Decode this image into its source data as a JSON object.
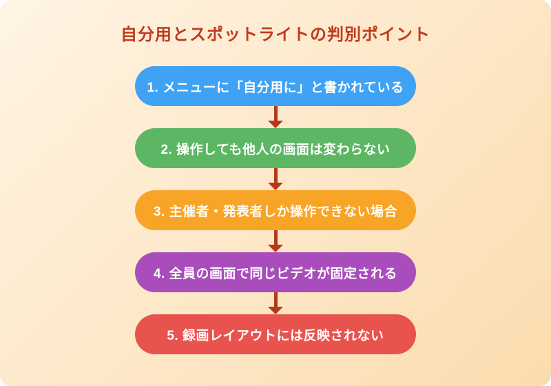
{
  "page": {
    "title": "自分用とスポットライトの判別ポイント",
    "title_color": "#c23a1d",
    "background": {
      "gradient_from": "#fff4e4",
      "gradient_to": "#fbdcae"
    }
  },
  "flow": {
    "arrow_color": "#b23a1b",
    "arrow_icon": "arrow-down-icon",
    "steps": [
      {
        "label": "1. メニューに「自分用に」と書かれている",
        "color": "#3fa2f4"
      },
      {
        "label": "2. 操作しても他人の画面は変わらない",
        "color": "#5cb663"
      },
      {
        "label": "3. 主催者・発表者しか操作できない場合",
        "color": "#f8a426"
      },
      {
        "label": "4. 全員の画面で同じビデオが固定される",
        "color": "#a84dbb"
      },
      {
        "label": "5. 録画レイアウトには反映されない",
        "color": "#e9534e"
      }
    ]
  }
}
